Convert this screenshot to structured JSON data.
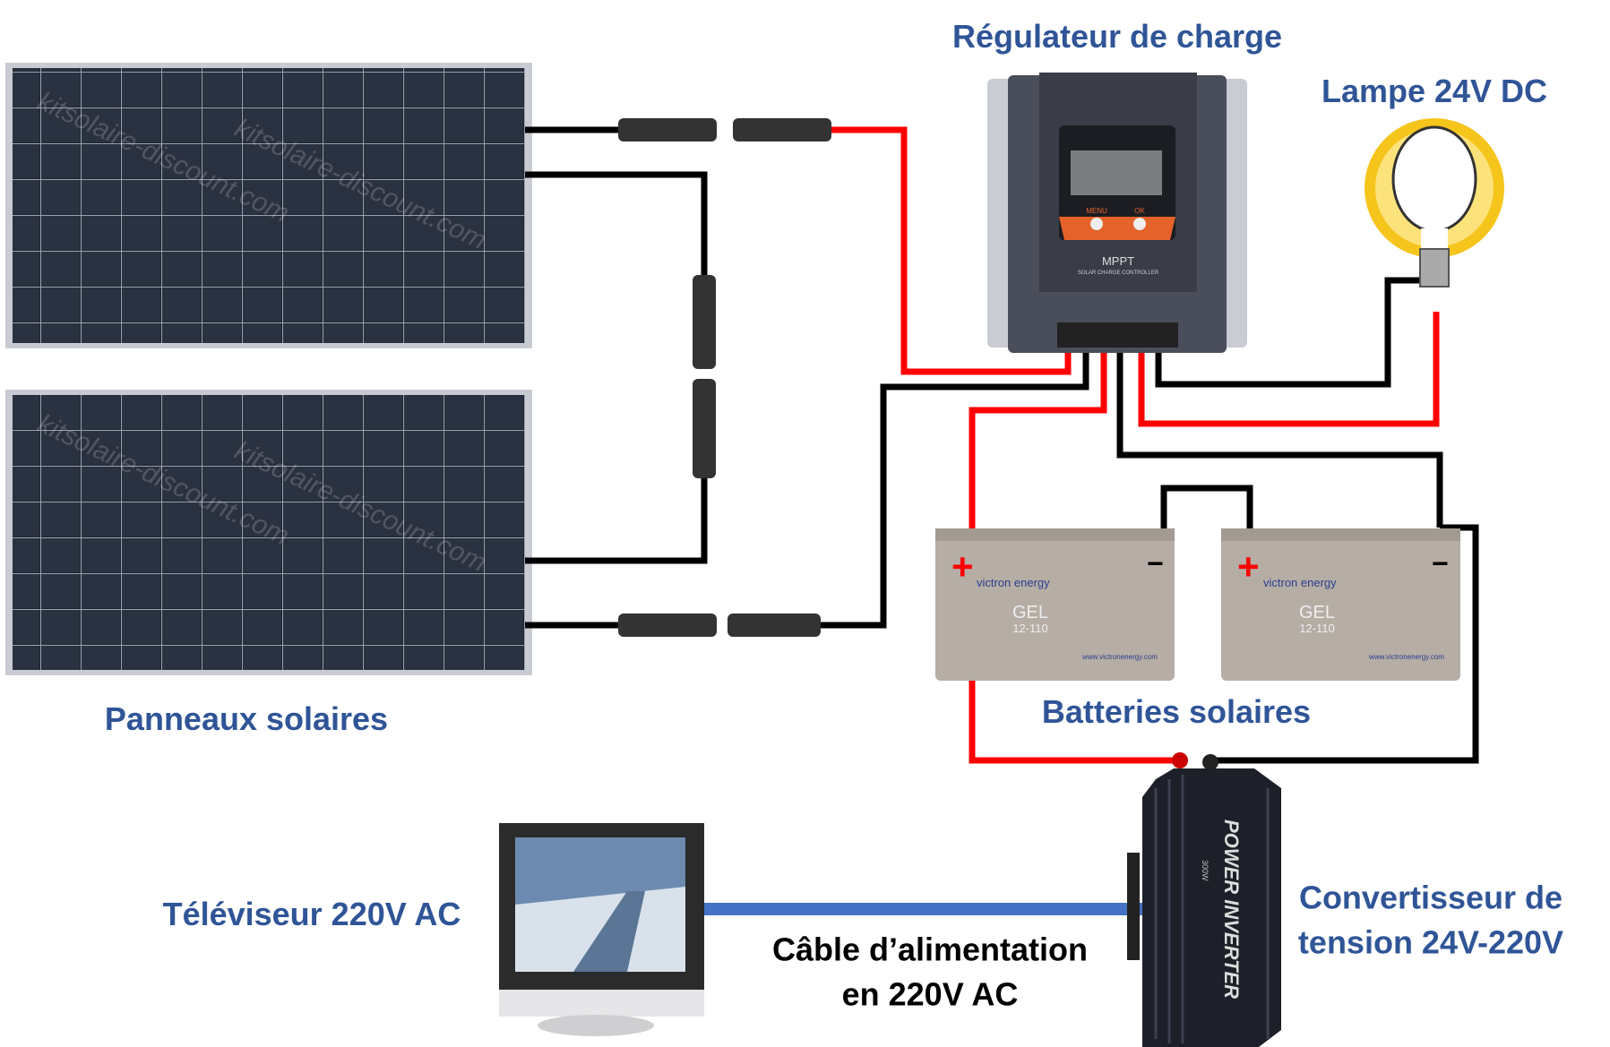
{
  "labels": {
    "solar_panels": "Panneaux solaires",
    "charge_controller": "Régulateur de charge",
    "lamp": "Lampe 24V DC",
    "batteries": "Batteries solaires",
    "tv": "Téléviseur 220V AC",
    "cable_line1": "Câble d’alimentation",
    "cable_line2": "en 220V AC",
    "inverter_line1": "Convertisseur de",
    "inverter_line2": "tension 24V-220V"
  },
  "controller": {
    "menu": "MENU",
    "ok": "OK",
    "model": "MPPT",
    "subtitle": "SOLAR CHARGE CONTROLLER"
  },
  "battery": {
    "brand": "victron energy",
    "type": "GEL",
    "model": "12-110",
    "url": "www.victronenergy.com",
    "plus": "+",
    "minus": "−"
  },
  "inverter": {
    "name": "POWER INVERTER",
    "power": "300W"
  },
  "watermark": "kitsolaire-discount.com",
  "colors": {
    "label": "#2f5597",
    "positive_wire": "#ff0000",
    "negative_wire": "#000000",
    "ac_cable": "#4472c4"
  }
}
